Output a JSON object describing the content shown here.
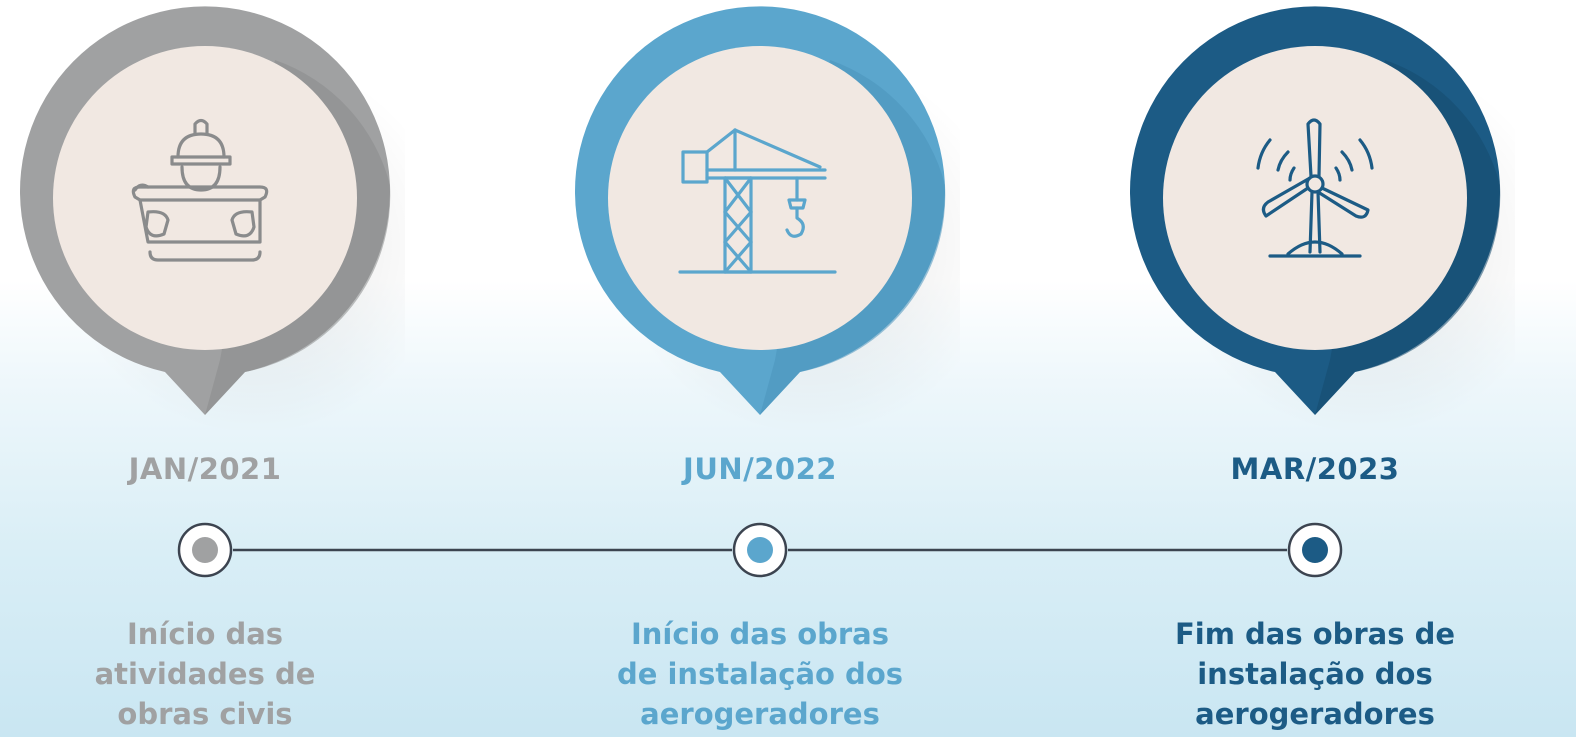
{
  "colors": {
    "gray": "#a0a1a2",
    "gray_dark": "#7a7b7c",
    "light_blue": "#5ba6cd",
    "light_blue_dark": "#4a93bb",
    "dark_blue": "#1c5b85",
    "dark_blue_dark": "#154a6e",
    "pin_face": "#f1e8e2",
    "line": "#3c4450"
  },
  "milestones": [
    {
      "date": "JAN/2021",
      "caption": [
        "Início das",
        "atividades de",
        "obras civis"
      ],
      "icon": "engineer-with-blueprint-icon",
      "color": "#a0a1a2"
    },
    {
      "date": "JUN/2022",
      "caption": [
        "Início das obras",
        "de instalação dos",
        "aerogeradores"
      ],
      "icon": "crane-icon",
      "color": "#5ba6cd"
    },
    {
      "date": "MAR/2023",
      "caption": [
        "Fim das obras de",
        "instalação dos",
        "aerogeradores"
      ],
      "icon": "wind-turbine-icon",
      "color": "#1c5b85"
    }
  ]
}
